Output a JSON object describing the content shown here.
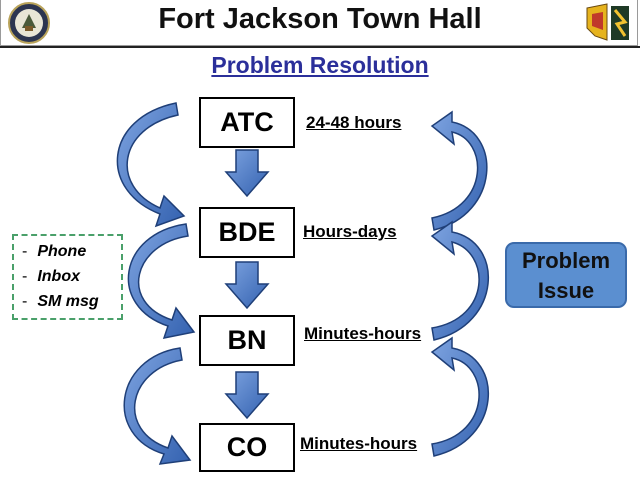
{
  "header": {
    "title": "Fort Jackson Town Hall"
  },
  "subtitle": "Problem Resolution",
  "levels": [
    {
      "label": "ATC",
      "time": "24-48 hours"
    },
    {
      "label": "BDE",
      "time": "Hours-days"
    },
    {
      "label": "BN",
      "time": "Minutes-hours"
    },
    {
      "label": "CO",
      "time": "Minutes-hours"
    }
  ],
  "contact_methods": [
    "Phone",
    "Inbox",
    "SM msg"
  ],
  "issue_box": {
    "line1": "Problem",
    "line2": "Issue"
  },
  "colors": {
    "arrow_fill": "#4a78c2",
    "arrow_stroke": "#1f3f78",
    "subtitle": "#2b2f9a",
    "issue_fill": "#5b8fd0",
    "contact_border": "#4aa06a"
  }
}
